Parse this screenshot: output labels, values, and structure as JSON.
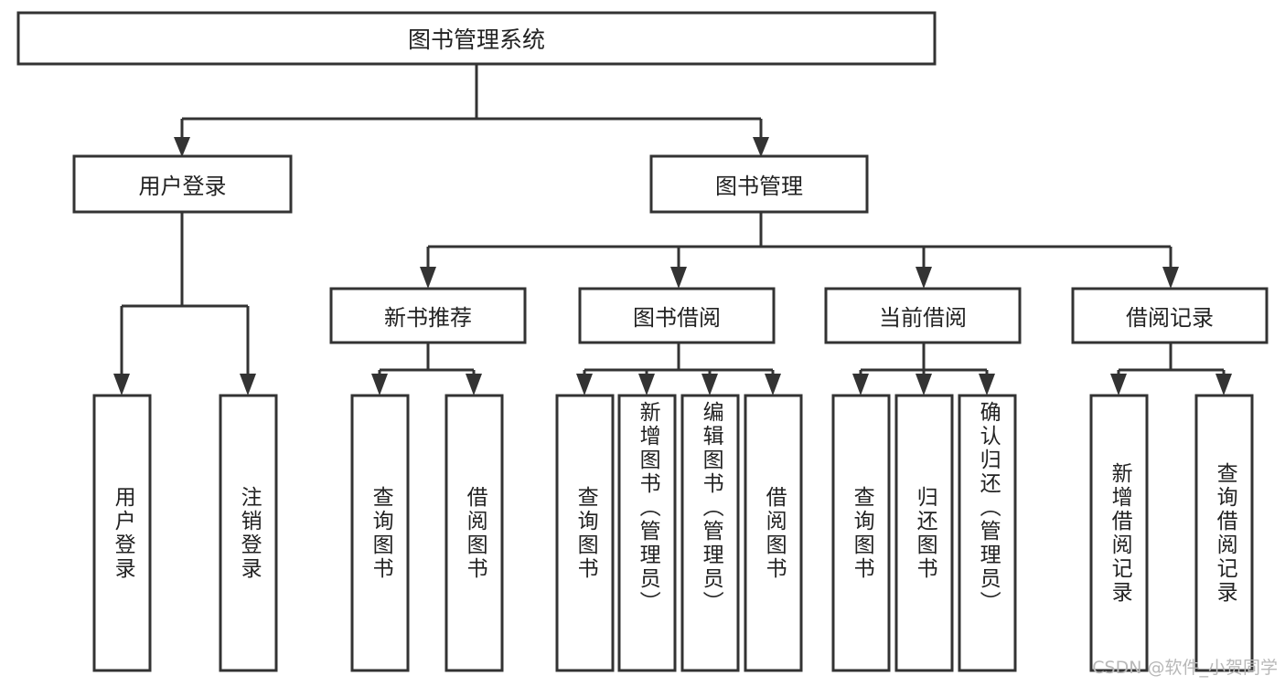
{
  "diagram": {
    "title": "图书管理系统",
    "type": "tree",
    "watermark": "CSDN @软件_小贺同学",
    "root": {
      "id": "root",
      "label": "图书管理系统",
      "orientation": "horizontal"
    },
    "level2": [
      {
        "id": "user-login",
        "label": "用户登录",
        "orientation": "horizontal"
      },
      {
        "id": "book-management",
        "label": "图书管理",
        "orientation": "horizontal"
      }
    ],
    "level3": [
      {
        "id": "new-book-recommend",
        "label": "新书推荐",
        "parent": "book-management",
        "orientation": "horizontal"
      },
      {
        "id": "book-borrow",
        "label": "图书借阅",
        "parent": "book-management",
        "orientation": "horizontal"
      },
      {
        "id": "current-borrow",
        "label": "当前借阅",
        "parent": "book-management",
        "orientation": "horizontal"
      },
      {
        "id": "borrow-record",
        "label": "借阅记录",
        "parent": "book-management",
        "orientation": "horizontal"
      }
    ],
    "leaves": [
      {
        "id": "leaf-user-login",
        "label": "用户登录",
        "parent": "user-login",
        "orientation": "vertical"
      },
      {
        "id": "leaf-user-logout",
        "label": "注销登录",
        "parent": "user-login",
        "orientation": "vertical"
      },
      {
        "id": "leaf-query-book-1",
        "label": "查询图书",
        "parent": "new-book-recommend",
        "orientation": "vertical"
      },
      {
        "id": "leaf-borrow-book-1",
        "label": "借阅图书",
        "parent": "new-book-recommend",
        "orientation": "vertical"
      },
      {
        "id": "leaf-query-book-2",
        "label": "查询图书",
        "parent": "book-borrow",
        "orientation": "vertical"
      },
      {
        "id": "leaf-add-book",
        "label": "新增图书（管理员）",
        "parent": "book-borrow",
        "orientation": "vertical"
      },
      {
        "id": "leaf-edit-book",
        "label": "编辑图书（管理员）",
        "parent": "book-borrow",
        "orientation": "vertical"
      },
      {
        "id": "leaf-borrow-book-2",
        "label": "借阅图书",
        "parent": "book-borrow",
        "orientation": "vertical"
      },
      {
        "id": "leaf-query-book-3",
        "label": "查询图书",
        "parent": "current-borrow",
        "orientation": "vertical"
      },
      {
        "id": "leaf-return-book",
        "label": "归还图书",
        "parent": "current-borrow",
        "orientation": "vertical"
      },
      {
        "id": "leaf-confirm-return",
        "label": "确认归还（管理员）",
        "parent": "current-borrow",
        "orientation": "vertical"
      },
      {
        "id": "leaf-add-record",
        "label": "新增借阅记录",
        "parent": "borrow-record",
        "orientation": "vertical"
      },
      {
        "id": "leaf-query-record",
        "label": "查询借阅记录",
        "parent": "borrow-record",
        "orientation": "vertical"
      }
    ],
    "colors": {
      "box_stroke": "#333333",
      "box_fill": "#ffffff",
      "text": "#222222",
      "background": "#ffffff",
      "watermark": "#b8b8b8"
    }
  }
}
